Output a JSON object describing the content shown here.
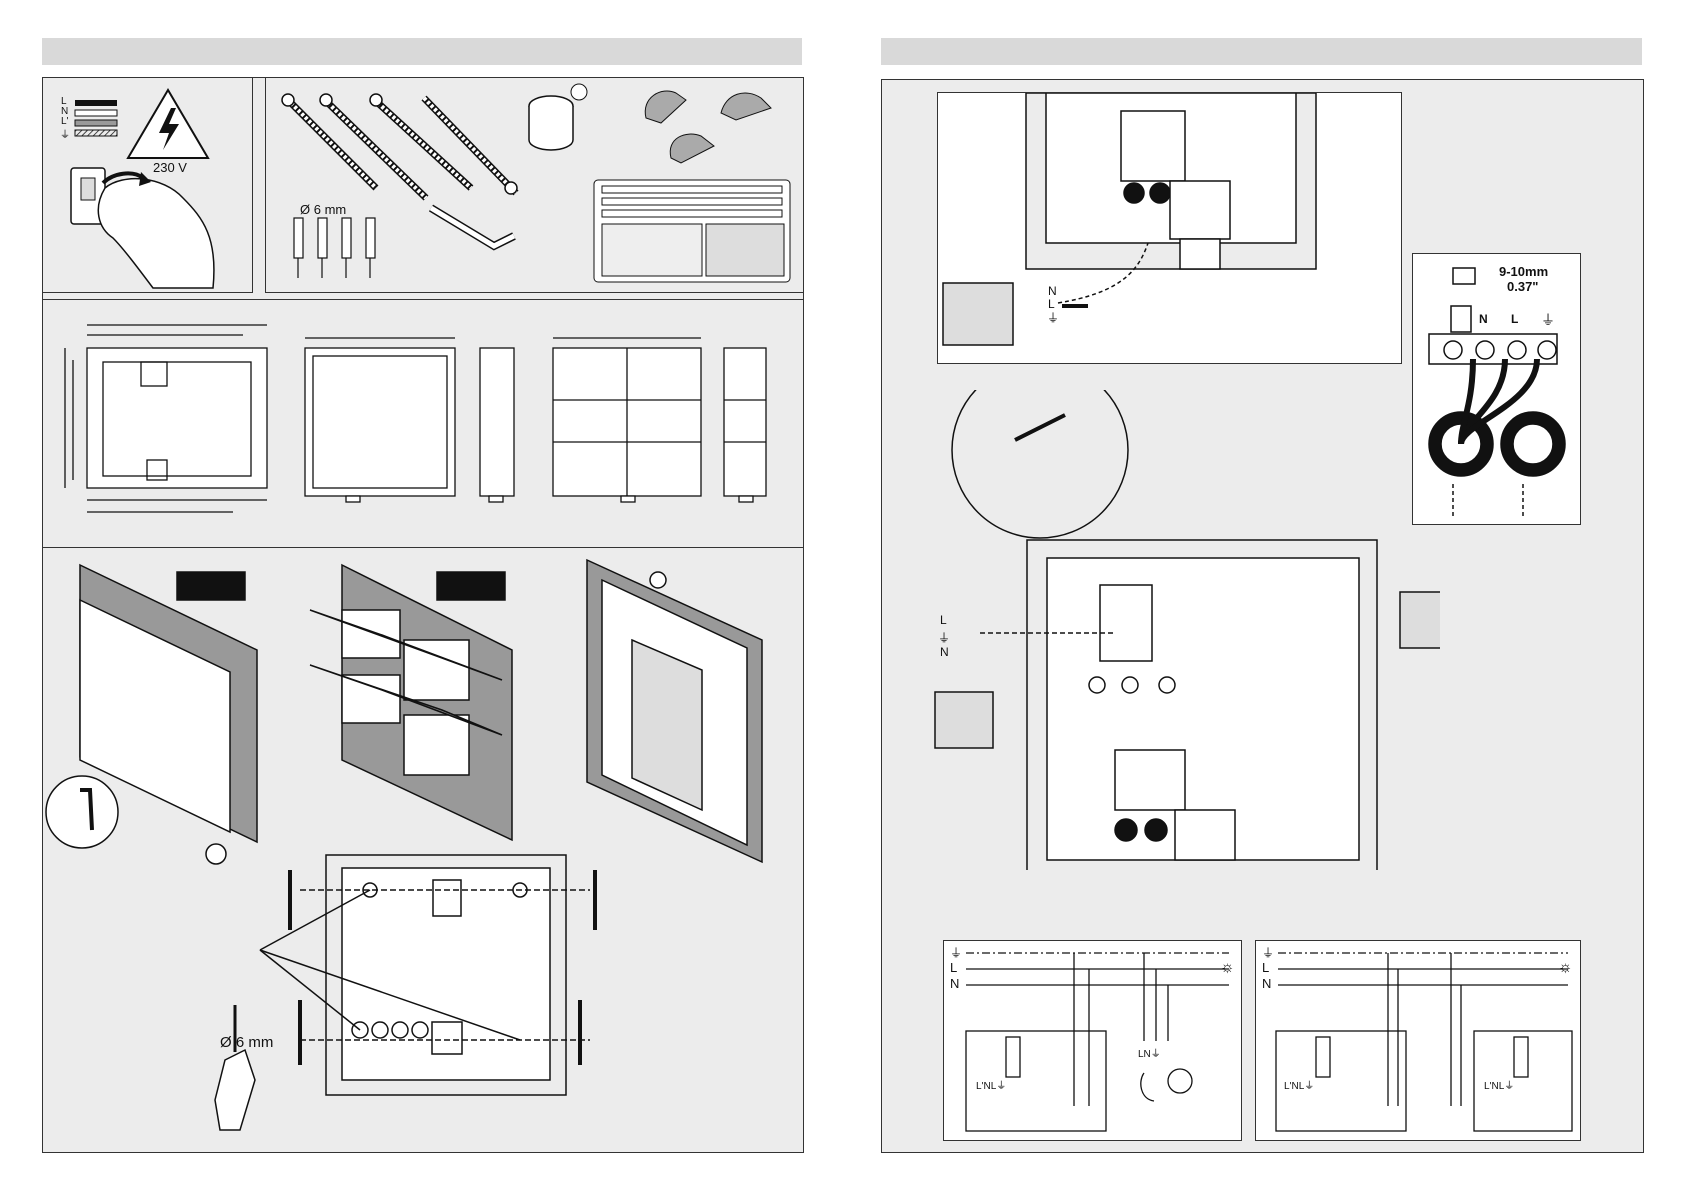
{
  "left_page": {
    "warning_voltage": "230 V",
    "wire_labels": [
      "L",
      "N",
      "L'",
      "⏚"
    ],
    "screw_plug_diameter": "Ø 6 mm",
    "drill_diameter": "Ø 6 mm"
  },
  "right_page": {
    "strip_length": "9-10mm",
    "strip_length_inch": "0.37\"",
    "terminal_labels": [
      "N",
      "L",
      "⏚"
    ],
    "terminal_small_labels": "N⊙ L⊙",
    "feed_wires_top": [
      "N",
      "L",
      "⏚"
    ],
    "feed_wires_mid": [
      "L",
      "⏚",
      "N"
    ],
    "diagram_lines": [
      "⏚",
      "L",
      "N"
    ],
    "diagram1_terminals": "L'NL⏚",
    "diagram1_lamp_terminals": "LN⏚",
    "diagram2_terminals_a": "L'NL⏚",
    "diagram2_terminals_b": "L'NL⏚",
    "light_symbol": "☼"
  },
  "colors": {
    "panel_bg": "#ececec",
    "header_bar": "#d9d9d9",
    "line": "#222222"
  }
}
